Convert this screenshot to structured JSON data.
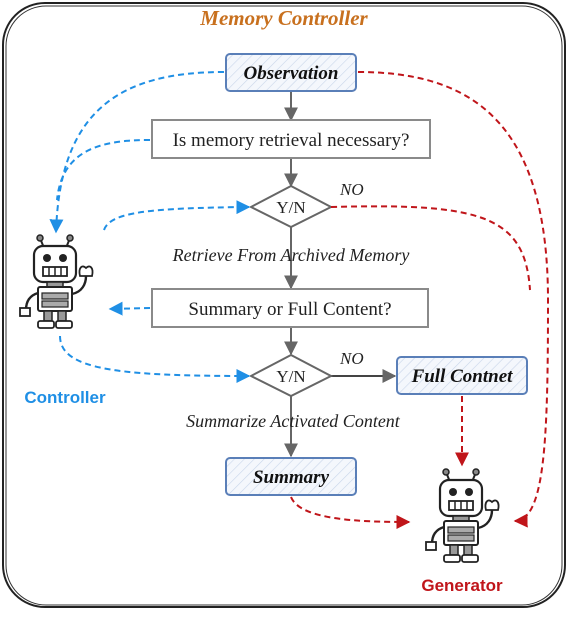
{
  "title": "Memory Controller",
  "nodes": {
    "observation": "Observation",
    "question1": "Is memory retrieval necessary?",
    "decision1": "Y/N",
    "question2": "Summary or Full Content?",
    "decision2": "Y/N",
    "full_content": "Full Contnet",
    "summary": "Summary"
  },
  "edge_labels": {
    "no1": "NO",
    "retrieve": "Retrieve From Archived Memory",
    "no2": "NO",
    "summarize": "Summarize Activated Content"
  },
  "agents": {
    "controller": "Controller",
    "generator": "Generator"
  },
  "colors": {
    "title": "#c8701e",
    "controller": "#1f8fe5",
    "generator": "#c0151a",
    "box_border": "#5a7fb8",
    "box_fill": "#eef3fa",
    "flow_arrow": "#666666"
  }
}
